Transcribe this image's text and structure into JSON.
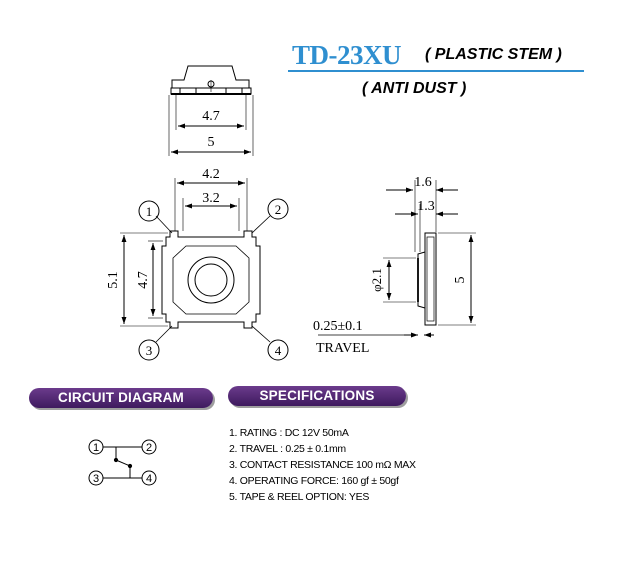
{
  "title": {
    "model": "TD-23XU",
    "stem": "( PLASTIC STEM )",
    "dust": "( ANTI DUST )"
  },
  "side_view_top": {
    "dim_inner": "4.7",
    "dim_outer": "5"
  },
  "top_view": {
    "dim_top_outer": "4.2",
    "dim_top_inner": "3.2",
    "dim_left_outer": "5.1",
    "dim_left_inner": "4.7",
    "pin_labels": [
      "1",
      "2",
      "3",
      "4"
    ]
  },
  "side_view_right": {
    "dim_top_outer": "1.6",
    "dim_top_inner": "1.3",
    "dim_diameter": "φ2.1",
    "dim_height": "5",
    "travel_value": "0.25±0.1",
    "travel_label": "TRAVEL"
  },
  "sections": {
    "circuit_title": "CIRCUIT DIAGRAM",
    "specs_title": "SPECIFICATIONS"
  },
  "circuit": {
    "pins": [
      "1",
      "2",
      "3",
      "4"
    ]
  },
  "specs": [
    "1. RATING : DC 12V 50mA",
    "2. TRAVEL : 0.25 ± 0.1mm",
    "3. CONTACT  RESISTANCE 100 mΩ MAX",
    "4. OPERATING FORCE: 160 gf ± 50gf",
    "5. TAPE & REEL OPTION: YES"
  ]
}
